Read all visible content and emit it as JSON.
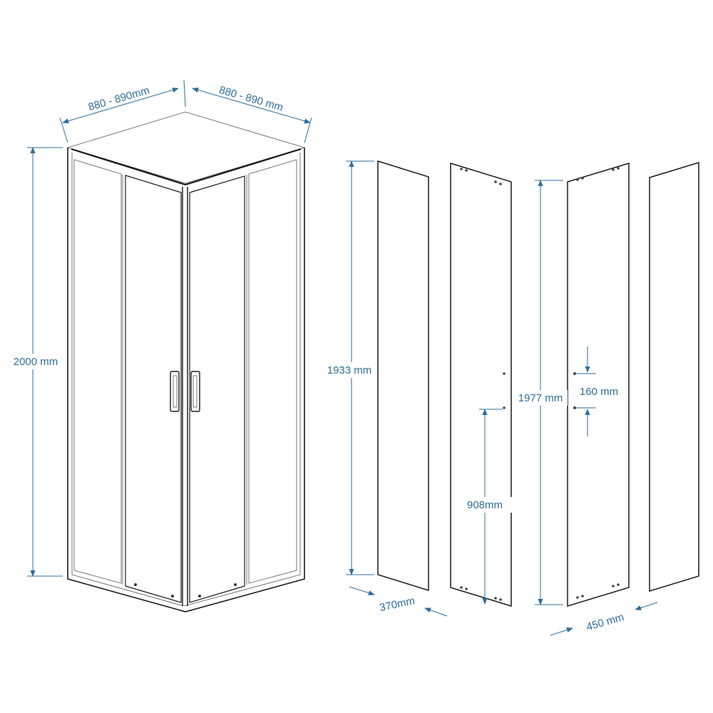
{
  "colors": {
    "dimension": "#2f6e9c",
    "outline": "#1a1a1a"
  },
  "enclosure": {
    "width_left": "880 - 890mm",
    "width_right": "880 - 890 mm",
    "height": "2000 mm"
  },
  "panels": {
    "fixed_left_height": "1933 mm",
    "fixed_left_width": "370mm",
    "door_handle_height": "908mm",
    "door_height": "1977 mm",
    "handle_spacing": "160 mm",
    "door_width": "450 mm"
  }
}
